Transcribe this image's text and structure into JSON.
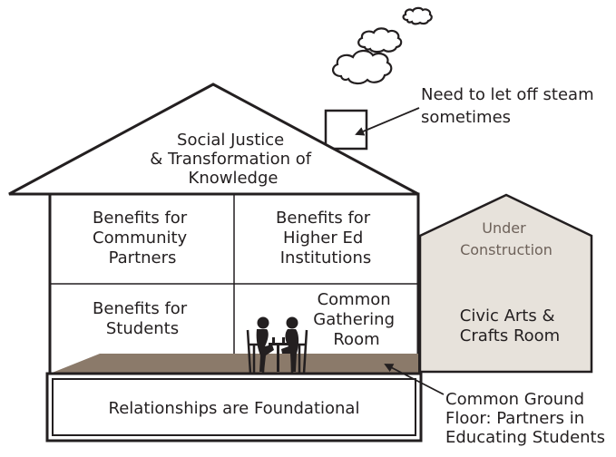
{
  "colors": {
    "ink": "#231f20",
    "floor": "#8b7a6a",
    "annex_fill": "#e7e2db",
    "annex_muted_text": "#6e625a",
    "background": "#ffffff"
  },
  "roof": {
    "lines": [
      "Social Justice",
      "& Transformation of",
      "Knowledge"
    ]
  },
  "rooms": {
    "community": {
      "lines": [
        "Benefits for",
        "Community",
        "Partners"
      ]
    },
    "higher_ed": {
      "lines": [
        "Benefits for",
        "Higher Ed",
        "Institutions"
      ]
    },
    "students": {
      "lines": [
        "Benefits for",
        "Students"
      ]
    },
    "gathering": {
      "lines": [
        "Common",
        "Gathering",
        "Room"
      ]
    }
  },
  "foundation": {
    "label": "Relationships are Foundational"
  },
  "annex": {
    "status_lines": [
      "Under",
      "Construction"
    ],
    "room_lines": [
      "Civic Arts &",
      "Crafts Room"
    ]
  },
  "callouts": {
    "steam": {
      "lines": [
        "Need to let off steam",
        "sometimes"
      ]
    },
    "ground": {
      "lines": [
        "Common Ground",
        "Floor:  Partners in",
        "Educating Students"
      ]
    }
  },
  "icons": {
    "smoke": "smoke-cloud-icon",
    "diners": "dining-people-icon"
  }
}
